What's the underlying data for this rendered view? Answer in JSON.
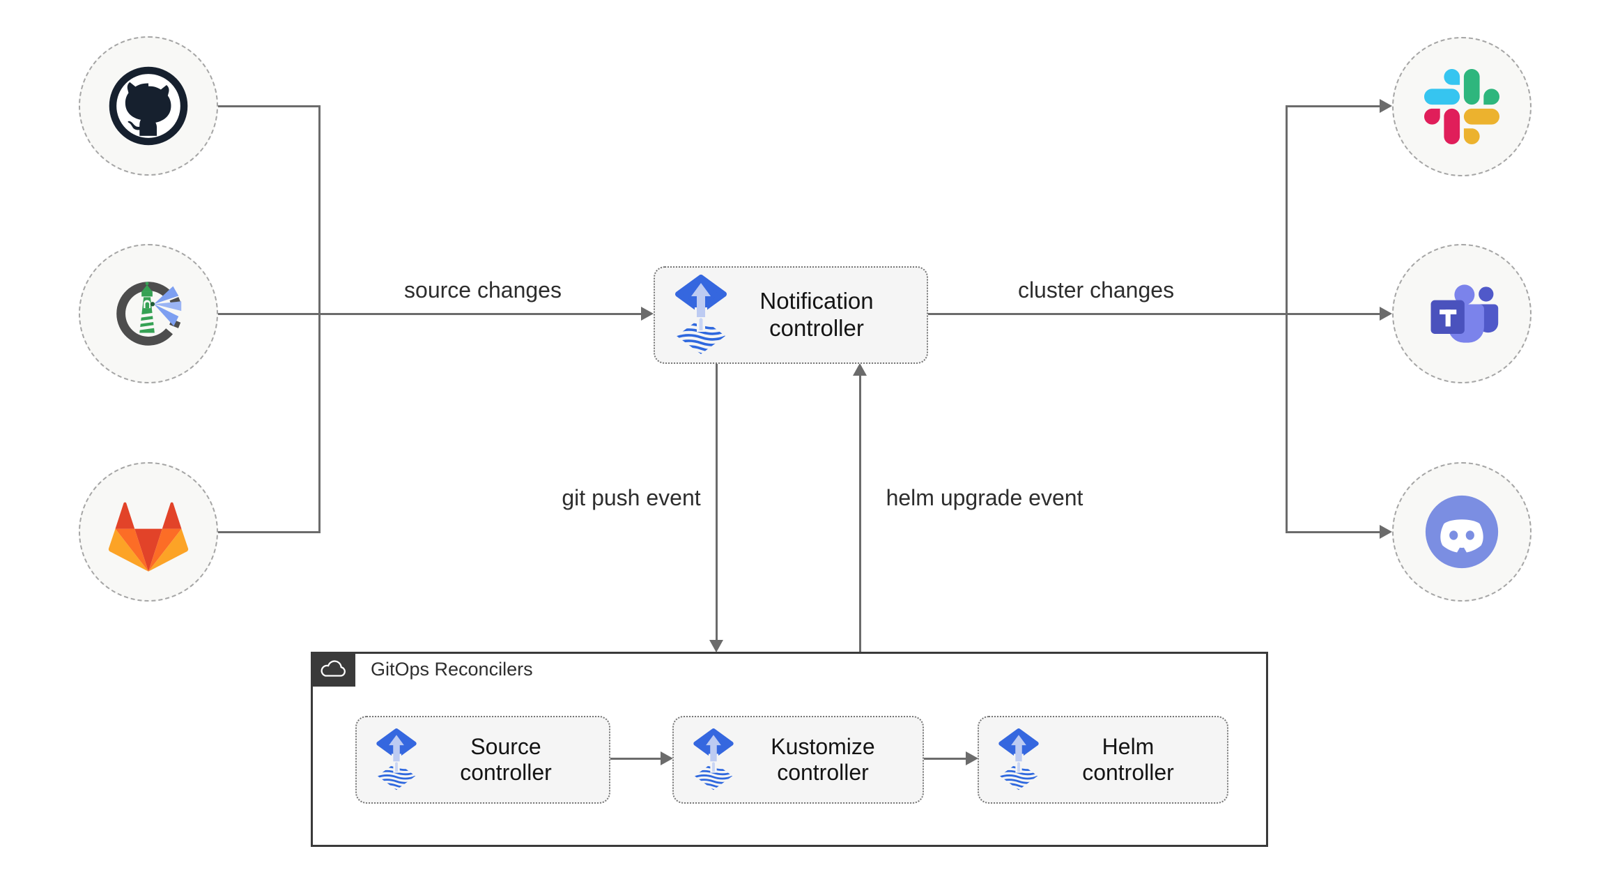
{
  "nodes": {
    "github": {
      "icon": "github-icon"
    },
    "harbor": {
      "icon": "harbor-icon"
    },
    "gitlab": {
      "icon": "gitlab-icon"
    },
    "slack": {
      "icon": "slack-icon"
    },
    "teams": {
      "icon": "microsoft-teams-icon"
    },
    "discord": {
      "icon": "discord-icon"
    }
  },
  "notification_controller": {
    "label": "Notification controller"
  },
  "edges": {
    "source_changes": "source changes",
    "cluster_changes": "cluster changes",
    "git_push_event": "git push event",
    "helm_upgrade_event": "helm upgrade event"
  },
  "gitops_group": {
    "title": "GitOps Reconcilers",
    "controllers": [
      {
        "label": "Source controller"
      },
      {
        "label": "Kustomize controller"
      },
      {
        "label": "Helm controller"
      }
    ]
  },
  "colors": {
    "line": "#6b6b6b",
    "flux_blue": "#3567df",
    "flux_wave_blue": "#2f68de",
    "flux_arrow_light": "#bdcbf2",
    "controller_box_fill": "#f5f5f5",
    "circle_fill": "#f8f8f6",
    "group_border": "#3a3a3a",
    "slack": [
      "#36C5F0",
      "#2EB67D",
      "#ECB22E",
      "#E01E5A"
    ],
    "gitlab": [
      "#e24329",
      "#fc6d26",
      "#fca326"
    ],
    "teams": [
      "#4a52bd",
      "#5059c9",
      "#7b83eb"
    ],
    "discord": "#7b8ee2",
    "harbor_ring": "#4d4d4d",
    "harbor_green": "#35a154"
  }
}
